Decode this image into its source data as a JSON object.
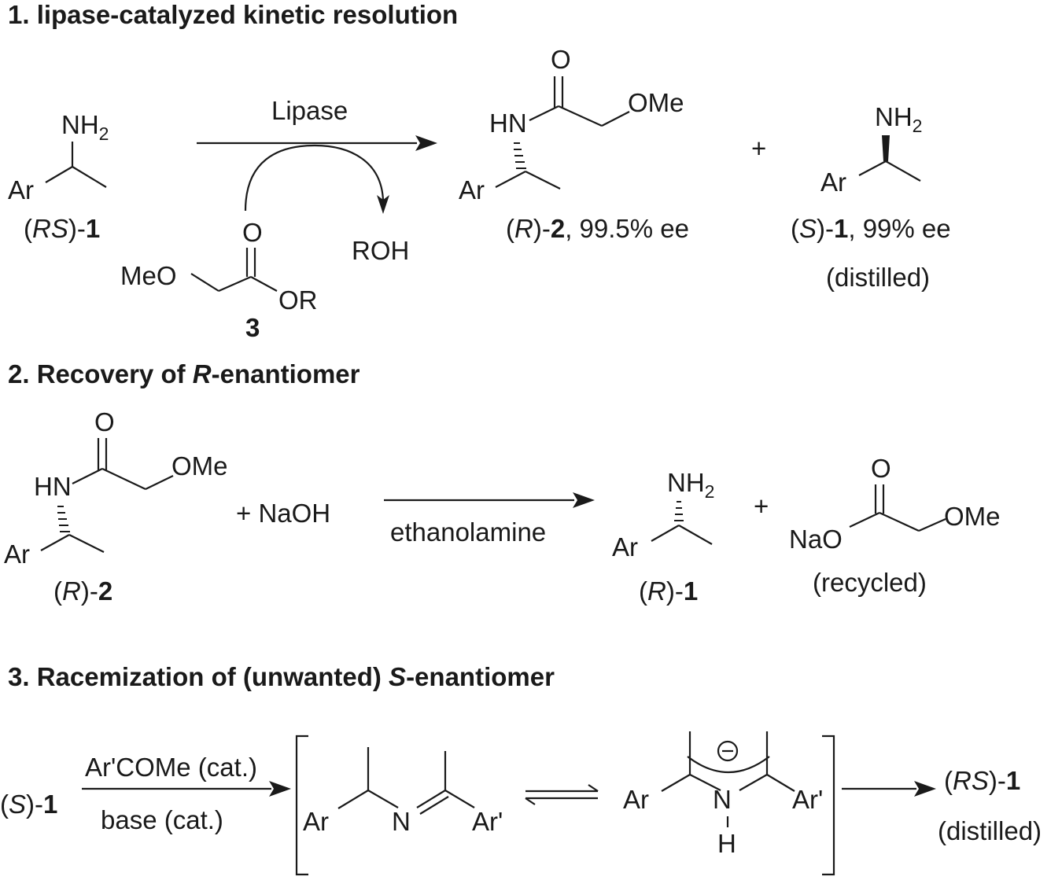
{
  "sections": [
    {
      "heading": "1. lipase-catalyzed kinetic resolution",
      "substrate": {
        "amine": "NH",
        "amine_sub": "2",
        "aryl": "Ar",
        "label_open": "(",
        "label_stereo": "RS",
        "label_close": ")-",
        "label_num": "1"
      },
      "reagent": {
        "enzyme": "Lipase",
        "carbonyl_o": "O",
        "methoxy": "MeO",
        "ester": "OR",
        "number": "3",
        "byproduct": "ROH"
      },
      "product_amide": {
        "carbonyl_o": "O",
        "nh": "HN",
        "methoxy": "OMe",
        "aryl": "Ar",
        "label_open": "(",
        "label_stereo": "R",
        "label_close": ")-",
        "label_num": "2",
        "label_ee": ", 99.5% ee"
      },
      "plus": "+",
      "product_amine": {
        "amine": "NH",
        "amine_sub": "2",
        "aryl": "Ar",
        "label_open": "(",
        "label_stereo": "S",
        "label_close": ")-",
        "label_num": "1",
        "label_ee": ", 99% ee",
        "note": "(distilled)"
      }
    },
    {
      "heading_pre": "2. Recovery of ",
      "heading_italic": "R",
      "heading_post": "-enantiomer",
      "substrate": {
        "carbonyl_o": "O",
        "nh": "HN",
        "methoxy": "OMe",
        "aryl": "Ar",
        "label_open": "(",
        "label_stereo": "R",
        "label_close": ")-",
        "label_num": "2"
      },
      "reagent_plus": "+ NaOH",
      "solvent": "ethanolamine",
      "product_amine": {
        "amine": "NH",
        "amine_sub": "2",
        "aryl": "Ar",
        "label_open": "(",
        "label_stereo": "R",
        "label_close": ")-",
        "label_num": "1"
      },
      "plus": "+",
      "salt": {
        "carbonyl_o": "O",
        "sodium_o": "NaO",
        "methoxy": "OMe",
        "note": "(recycled)"
      }
    },
    {
      "heading_pre": "3. Racemization of (unwanted) ",
      "heading_italic": "S",
      "heading_post": "-enantiomer",
      "start": {
        "label_open": "(",
        "label_stereo": "S",
        "label_close": ")-",
        "label_num": "1"
      },
      "conditions": {
        "top": "Ar'COMe (cat.)",
        "bottom": "base (cat.)"
      },
      "imine": {
        "aryl": "Ar",
        "nitrogen": "N",
        "aryl2": "Ar'"
      },
      "anion": {
        "aryl": "Ar",
        "nitrogen": "N",
        "hydrogen": "H",
        "aryl2": "Ar'",
        "charge": "⊖"
      },
      "product": {
        "label_open": "(",
        "label_stereo": "RS",
        "label_close": ")-",
        "label_num": "1",
        "note": "(distilled)"
      }
    }
  ]
}
